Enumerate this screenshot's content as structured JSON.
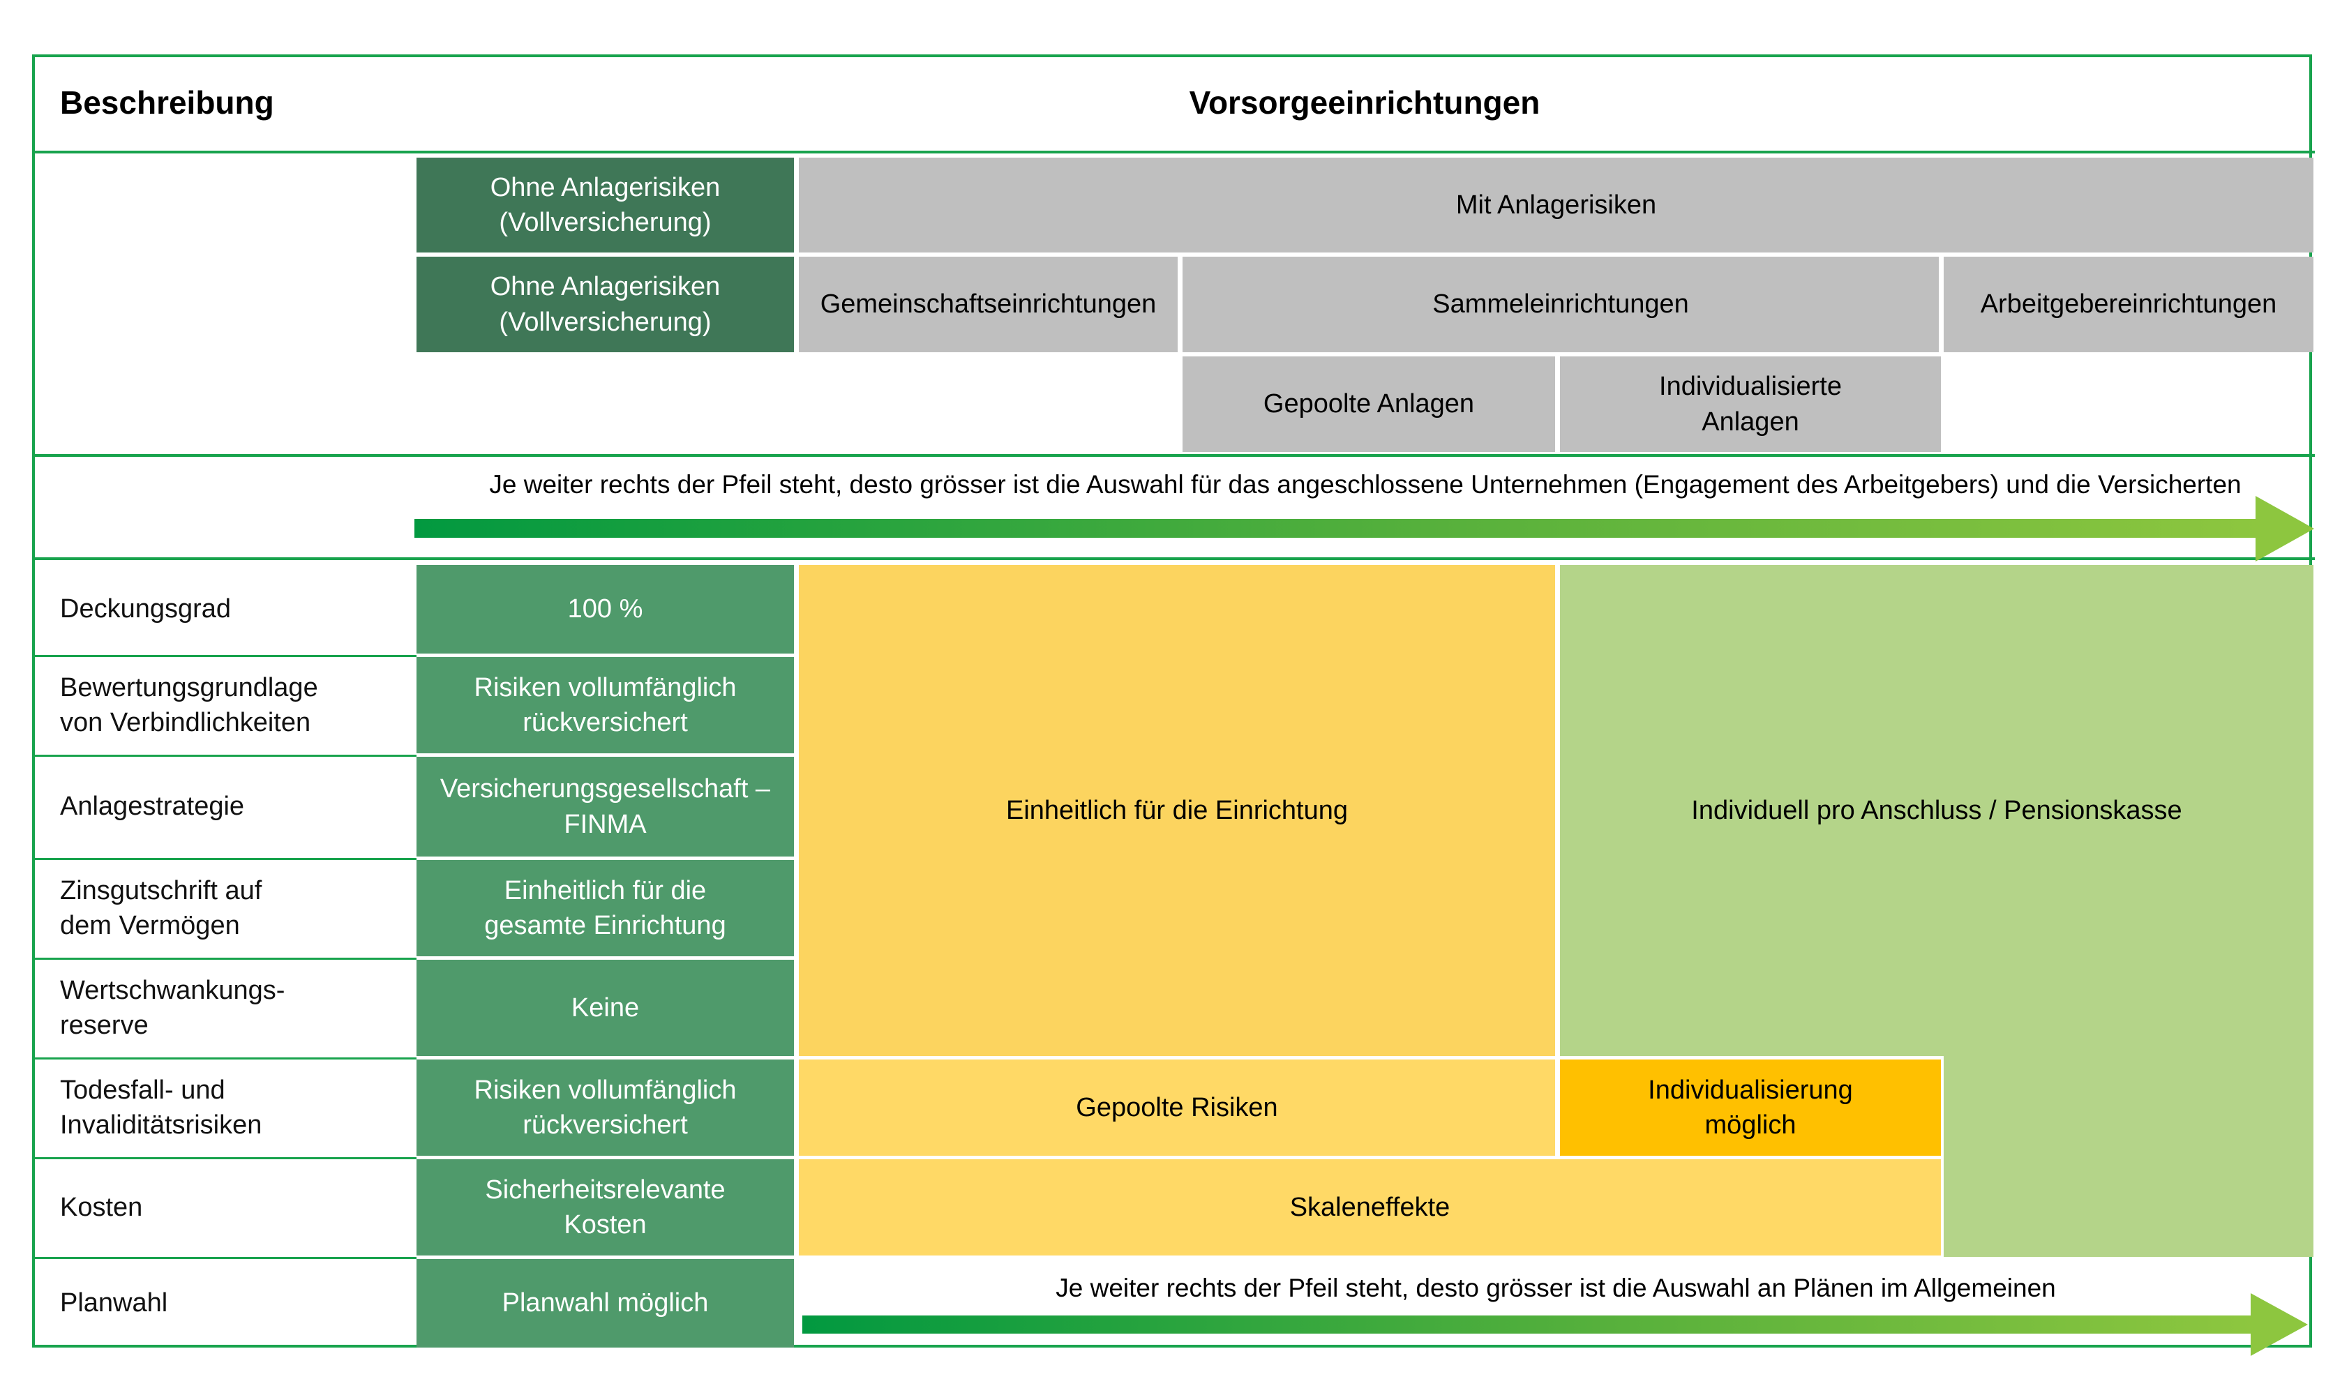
{
  "header": {
    "description": "Beschreibung",
    "institutions": "Vorsorgeeinrichtungen"
  },
  "classification": {
    "without_risk_top": "Ohne Anlagerisiken\n(Vollversicherung)",
    "with_risk": "Mit Anlagerisiken",
    "without_risk_bottom": "Ohne Anlagerisiken\n(Vollversicherung)",
    "community": "Gemeinschaftseinrichtungen",
    "collective": "Sammeleinrichtungen",
    "employer": "Arbeitgebereinrichtungen",
    "pooled_investments": "Gepoolte Anlagen",
    "individualized_investments": "Individualisierte\nAnlagen"
  },
  "top_arrow": {
    "text": "Je weiter rechts der Pfeil steht, desto grösser ist die Auswahl für das angeschlossene Unternehmen (Engagement des Arbeitgebers) und die Versicherten"
  },
  "rows": [
    {
      "label": "Deckungsgrad",
      "value": "100 %"
    },
    {
      "label": "Bewertungsgrundlage\nvon Verbindlichkeiten",
      "value": "Risiken vollumfänglich\nrückversichert"
    },
    {
      "label": "Anlagestrategie",
      "value": "Versicherungsgesellschaft –\nFINMA"
    },
    {
      "label": "Zinsgutschrift auf\ndem Vermögen",
      "value": "Einheitlich für die\ngesamte Einrichtung"
    },
    {
      "label": "Wertschwankungs-\nreserve",
      "value": "Keine"
    },
    {
      "label": "Todesfall- und\nInvaliditätsrisiken",
      "value": "Risiken vollumfänglich\nrückversichert"
    },
    {
      "label": "Kosten",
      "value": "Sicherheitsrelevante\nKosten"
    },
    {
      "label": "Planwahl",
      "value": "Planwahl möglich"
    }
  ],
  "body": {
    "uniform": "Einheitlich für die Einrichtung",
    "individual": "Individuell pro Anschluss / Pensionskasse",
    "pooled_risks": "Gepoolte Risiken",
    "individualization": "Individualisierung\nmöglich",
    "scale_effects": "Skaleneffekte"
  },
  "bottom_arrow": {
    "text": "Je weiter rechts der Pfeil steht, desto grösser ist die Auswahl an Plänen im Allgemeinen"
  },
  "colors": {
    "dark_green": "#3F7757",
    "medium_green": "#4F9A6B",
    "gray": "#BFBFBF",
    "yellow": "#FCD45F",
    "light_yellow": "#FFD966",
    "orange": "#FFC000",
    "light_green": "#B4D489",
    "border_green": "#18A34D",
    "arrow_gradient_start": "#029940",
    "arrow_gradient_end": "#8DC63F"
  }
}
